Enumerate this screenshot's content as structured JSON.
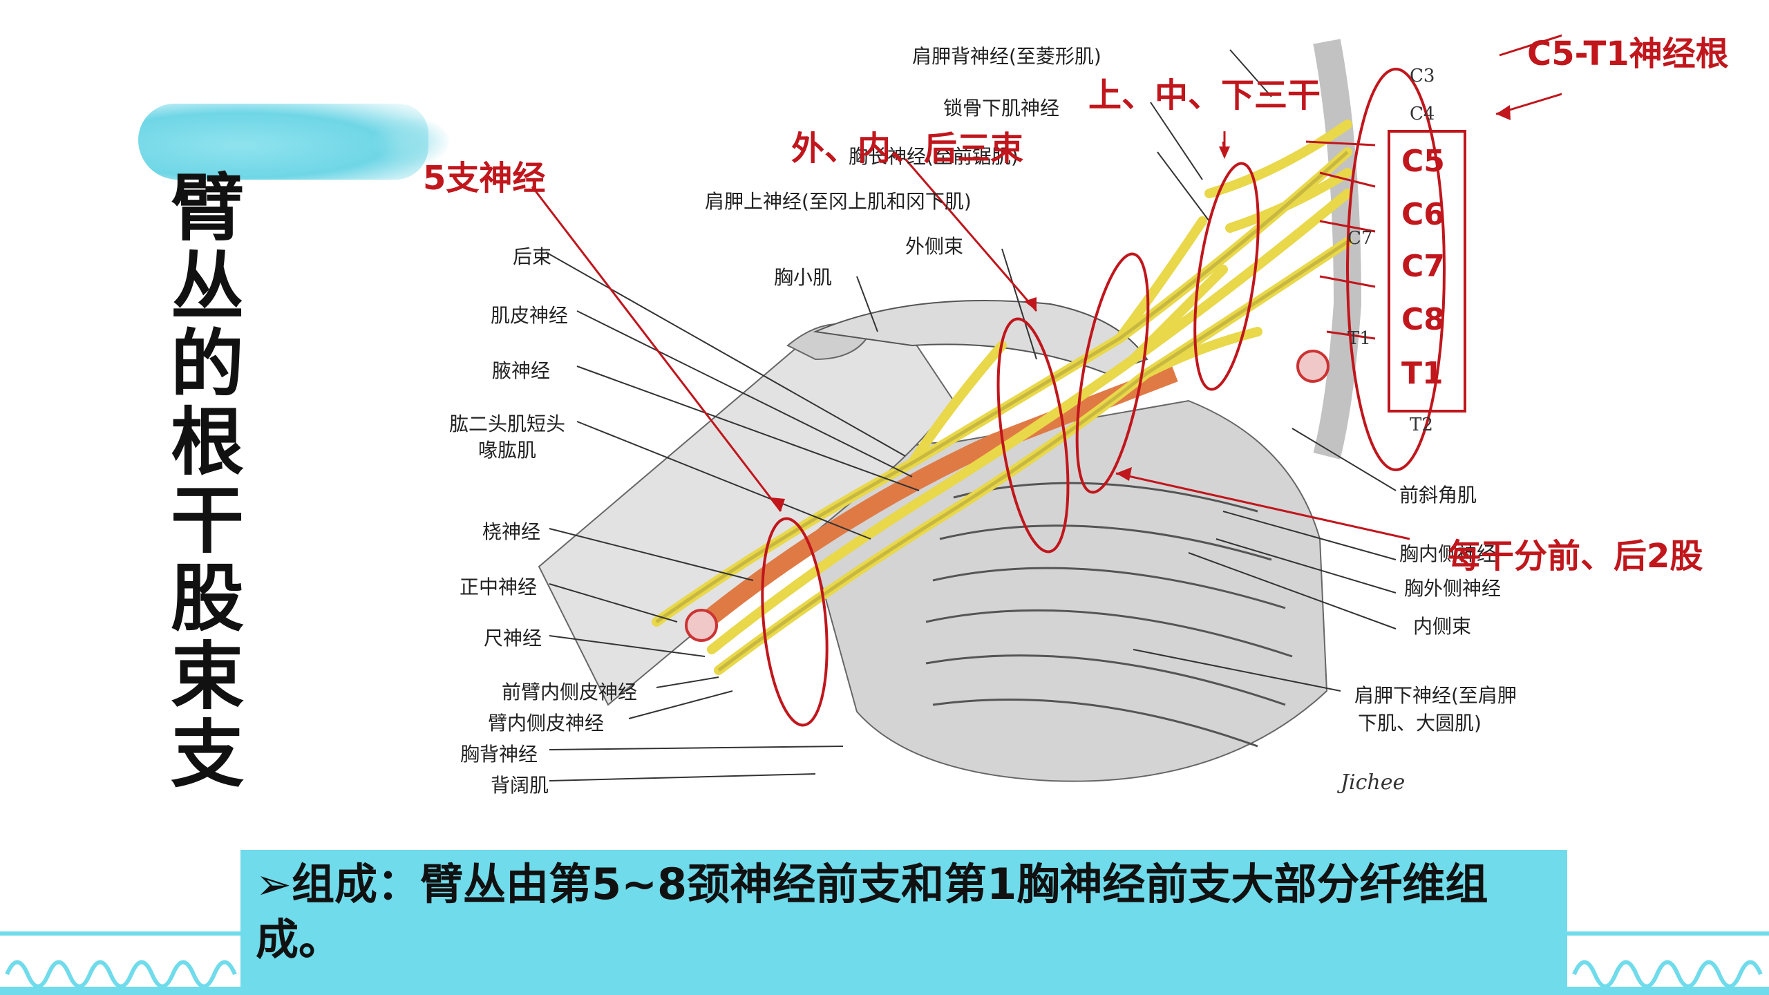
{
  "title": "臂丛的根干股束支",
  "annotations": {
    "c5t1": "C5-T1神经根",
    "trunks": "上、中、下三干",
    "cords": "外、内、后三束",
    "five_branches": "5支神经",
    "divisions": "每干分前、后2股"
  },
  "root_labels": [
    "C5",
    "C6",
    "C7",
    "C8",
    "T1"
  ],
  "vertebra_labels": [
    "C3",
    "C4",
    "C7",
    "T1",
    "T2"
  ],
  "left_labels": [
    "后束",
    "肌皮神经",
    "腋神经",
    "肱二头肌短头",
    "喙肱肌",
    "桡神经",
    "正中神经",
    "尺神经",
    "前臂内侧皮神经",
    "臂内侧皮神经",
    "胸背神经",
    "背阔肌"
  ],
  "top_labels": [
    "肩胛背神经(至菱形肌)",
    "锁骨下肌神经",
    "胸长神经(至前锯肌)",
    "肩胛上神经(至冈上肌和冈下肌)",
    "外侧束",
    "胸小肌"
  ],
  "right_labels": [
    "前斜角肌",
    "胸内侧神经",
    "胸外侧神经",
    "内侧束",
    "肩胛下神经(至肩胛",
    "下肌、大圆肌)"
  ],
  "signature": "Jichee",
  "bottom": {
    "bullet": "➢",
    "text": "组成：臂丛由第5~8颈神经前支和第1胸神经前支大部分纤维组成。"
  },
  "colors": {
    "accent_red": "#c0161c",
    "bar_cyan": "#6fdbeb",
    "nerve_yellow": "#e8d84a"
  }
}
